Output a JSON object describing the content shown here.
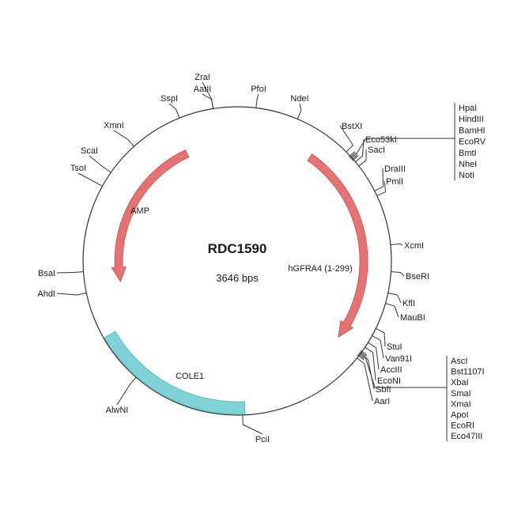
{
  "map": {
    "name": "RDC1590",
    "size_text": "3646 bps",
    "total_bp": 3646
  },
  "features": [
    {
      "name": "AMP",
      "kind": "arrow",
      "start_angle": 335,
      "end_angle": 260,
      "color": "#e57373"
    },
    {
      "name": "hGFRA4 (1-299)",
      "kind": "arrow",
      "start_angle": 35,
      "end_angle": 127,
      "color": "#e57373"
    },
    {
      "name": "COLE1",
      "kind": "box",
      "start_angle": 240,
      "end_angle": 177,
      "color": "#7fd3d6"
    }
  ],
  "sites": [
    {
      "name": "ZraI",
      "angle": 351
    },
    {
      "name": "AatII",
      "angle": 351
    },
    {
      "name": "PfoI",
      "angle": 7
    },
    {
      "name": "NdeI",
      "angle": 23
    },
    {
      "name": "SspI",
      "angle": 338
    },
    {
      "name": "XmnI",
      "angle": 318
    },
    {
      "name": "ScaI",
      "angle": 305
    },
    {
      "name": "TsoI",
      "angle": 299
    },
    {
      "name": "BsaI",
      "angle": 266
    },
    {
      "name": "AhdI",
      "angle": 258
    },
    {
      "name": "AlwNI",
      "angle": 221
    },
    {
      "name": "PciI",
      "angle": 178
    },
    {
      "name": "BstXI",
      "angle": 45
    },
    {
      "name": "Eco53kI",
      "angle": 50
    },
    {
      "name": "SacI",
      "angle": 52
    },
    {
      "name": "DraIII",
      "angle": 63
    },
    {
      "name": "PmlI",
      "angle": 65
    },
    {
      "name": "XcmI",
      "angle": 84
    },
    {
      "name": "BseRI",
      "angle": 94
    },
    {
      "name": "KflI",
      "angle": 102
    },
    {
      "name": "MauBI",
      "angle": 106
    },
    {
      "name": "StuI",
      "angle": 116
    },
    {
      "name": "Van91I",
      "angle": 119
    },
    {
      "name": "AccIII",
      "angle": 122
    },
    {
      "name": "EcoNI",
      "angle": 124
    },
    {
      "name": "SbfI",
      "angle": 127
    },
    {
      "name": "AarI",
      "angle": 129
    }
  ],
  "site_groups": [
    {
      "angle": 48,
      "names": [
        "HpaI",
        "HindIII",
        "BamHI",
        "EcoRV",
        "BmtI",
        "NheI",
        "NotI"
      ]
    },
    {
      "angle": 127,
      "names": [
        "AscI",
        "Bst1107I",
        "XbaI",
        "SmaI",
        "XmaI",
        "ApoI",
        "EcoRI",
        "Eco47III"
      ]
    }
  ]
}
